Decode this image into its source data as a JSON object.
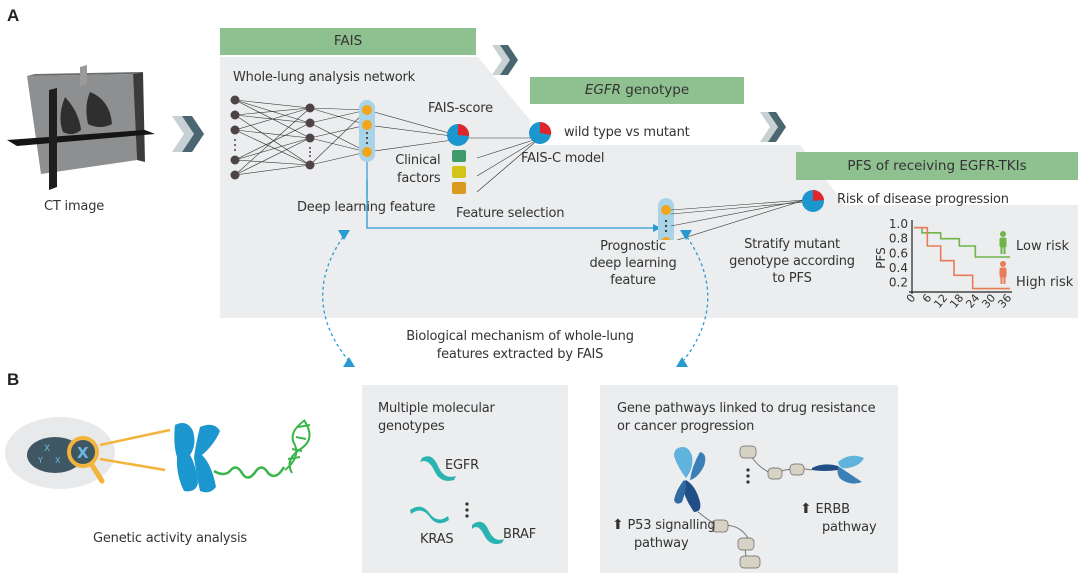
{
  "panel_labels": {
    "a": "A",
    "b": "B"
  },
  "section_a": {
    "ct_image_label": "CT image",
    "fais_header": "FAIS",
    "network_title": "Whole-lung analysis network",
    "fais_score_label": "FAIS-score",
    "clinical_factors_label": [
      "Clinical",
      "factors"
    ],
    "deep_learning_feature_label": "Deep learning feature",
    "feature_selection_label": "Feature selection",
    "egfr_header_italic": "EGFR",
    "egfr_header_rest": " genotype",
    "wild_vs_mutant_label": "wild type vs mutant",
    "wild_vs_mutant_italic": "vs",
    "fais_c_model_label": "FAIS-C model",
    "pfs_header": "PFS of receiving EGFR-TKIs",
    "risk_label": "Risk of disease progression",
    "prognostic_label": [
      "Prognostic",
      "deep learning",
      "feature"
    ],
    "stratify_label": [
      "Stratify mutant",
      "genotype according",
      "to PFS"
    ],
    "mechanism_label": [
      "Biological mechanism of whole-lung",
      "features extracted by FAIS"
    ]
  },
  "section_b": {
    "genetic_activity_label": "Genetic activity analysis",
    "molecular_box_title": [
      "Multiple molecular",
      "genotypes"
    ],
    "genes": [
      "EGFR",
      "KRAS",
      "BRAF"
    ],
    "pathways_box_title": [
      "Gene pathways linked to drug resistance",
      "or cancer progression"
    ],
    "p53_label": [
      "P53 signalling",
      "pathway"
    ],
    "erbb_label": [
      "ERBB",
      "pathway"
    ],
    "up_arrow_glyph": "⬆",
    "ellipsis_glyph": "⋮"
  },
  "colors": {
    "header_green": "#8ec18f",
    "panel_gray": "#ebedee",
    "accent_blue": "#2a9ad0",
    "pie_red": "#e0262b",
    "low_risk_green": "#6fb54a",
    "high_risk_orange": "#e97b56",
    "chevron_light": "#c8d0d4",
    "chevron_dark": "#4a6670",
    "node_dark": "#4c4446",
    "node_orange": "#f2a51c"
  },
  "chart_data": {
    "type": "line",
    "title": "",
    "xlabel": "",
    "ylabel": "PFS",
    "x_ticks": [
      "0",
      "6",
      "12",
      "18",
      "24",
      "30",
      "36"
    ],
    "y_ticks": [
      "0.2",
      "0.4",
      "0.6",
      "0.8",
      "1.0"
    ],
    "xlim": [
      0,
      36
    ],
    "ylim": [
      0.1,
      1.0
    ],
    "step": true,
    "legend": [
      "Low risk",
      "High risk"
    ],
    "legend_position": "right",
    "series": [
      {
        "name": "Low risk",
        "x": [
          0,
          3,
          3,
          10,
          10,
          17,
          17,
          23,
          23,
          36
        ],
        "y": [
          0.95,
          0.95,
          0.88,
          0.88,
          0.8,
          0.8,
          0.7,
          0.7,
          0.55,
          0.55
        ]
      },
      {
        "name": "High risk",
        "x": [
          0,
          5,
          5,
          10,
          10,
          15,
          15,
          22,
          22,
          36
        ],
        "y": [
          0.95,
          0.95,
          0.7,
          0.7,
          0.5,
          0.5,
          0.3,
          0.3,
          0.12,
          0.12
        ]
      }
    ]
  }
}
